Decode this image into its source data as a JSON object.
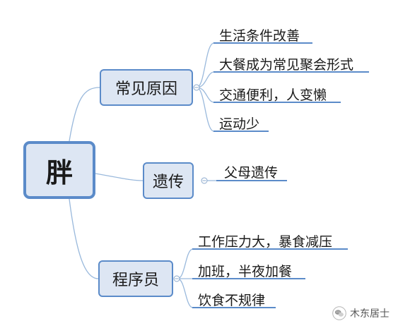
{
  "mindmap": {
    "root": "胖",
    "branches": [
      {
        "label": "常见原因",
        "leaves": [
          "生活条件改善",
          "大餐成为常见聚会形式",
          "交通便利，人变懒",
          "运动少"
        ]
      },
      {
        "label": "遗传",
        "leaves": [
          "父母遗传"
        ]
      },
      {
        "label": "程序员",
        "leaves": [
          "工作压力大，暴食减压",
          "加班，半夜加餐",
          "饮食不规律"
        ]
      }
    ]
  },
  "watermark": {
    "text": "木东居士",
    "icon": "wechat-icon"
  },
  "colors": {
    "node_fill": "#dde6f3",
    "node_border": "#5b8bc9",
    "line": "#5b8bc9",
    "connector": "#9ab9dc",
    "text": "#1a1a1a"
  }
}
